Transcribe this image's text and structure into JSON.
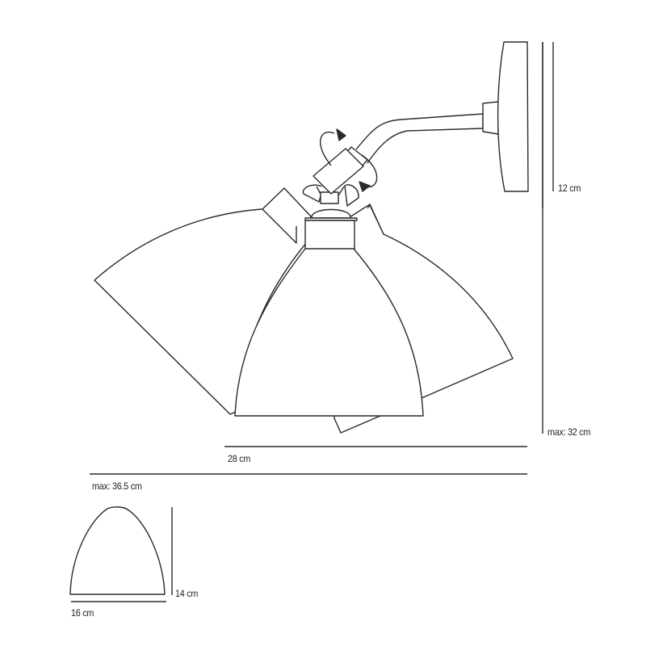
{
  "diagram": {
    "title": "Adjustable wall lamp dimension drawing",
    "stroke_color": "#2a2a2a",
    "background": "#ffffff",
    "dimensions": {
      "backplate_height": "12 cm",
      "max_height": "max: 32 cm",
      "projection": "28 cm",
      "max_projection": "max: 36.5 cm",
      "shade_height": "14 cm",
      "shade_width": "16 cm"
    },
    "components": [
      "wall-backplate",
      "curved-arm",
      "swivel-joint",
      "rotation-arrows",
      "shade-center",
      "shade-tilted-left",
      "shade-tilted-right",
      "shade-detail"
    ]
  }
}
